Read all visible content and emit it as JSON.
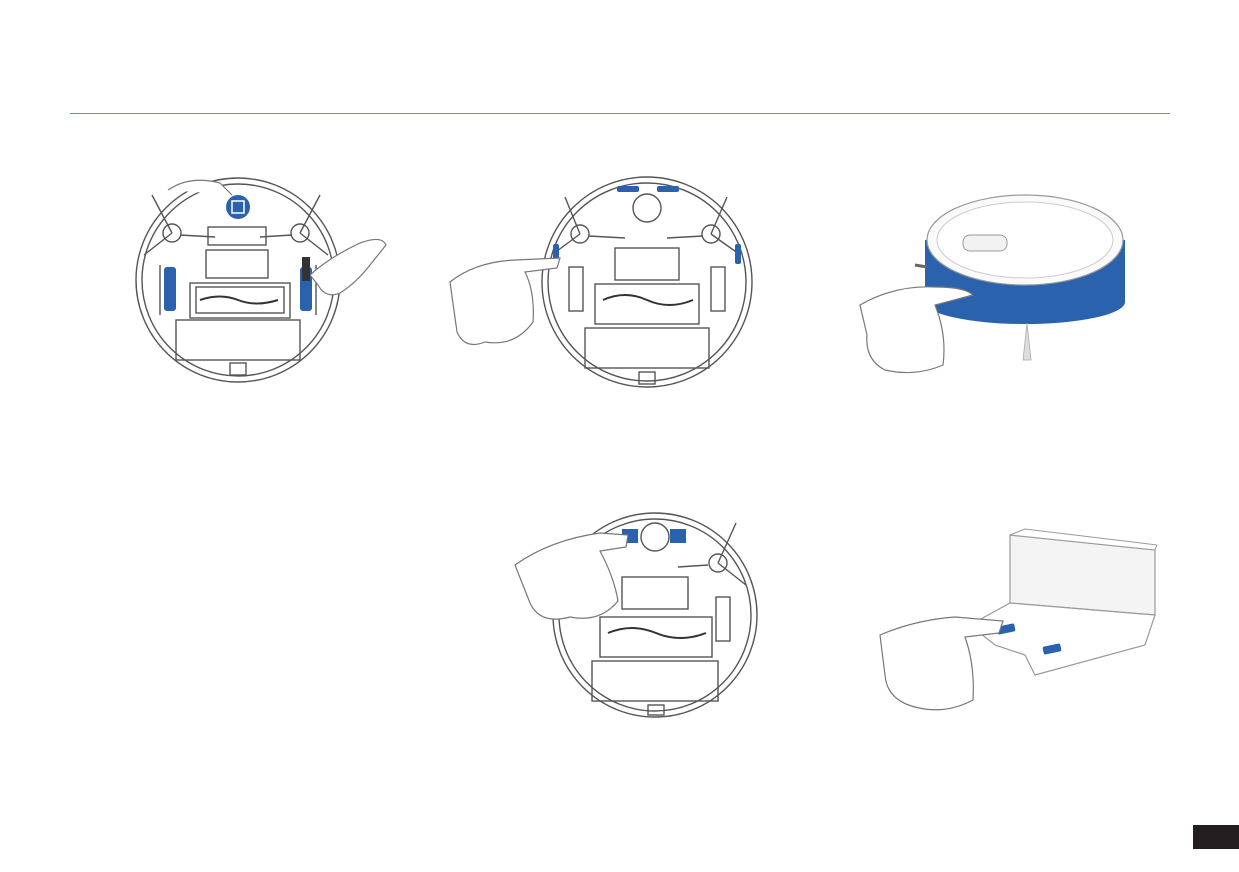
{
  "page": {
    "accent_color": "#2b62ad",
    "rule_color": "#5a93c9",
    "page_tab_color": "#231f20",
    "page_number": ""
  },
  "illustrations": [
    {
      "id": "clean-front-wheel-and-side-wheels",
      "icon": "robot-underside-wheels-icon"
    },
    {
      "id": "wipe-cliff-sensors-side",
      "icon": "robot-underside-sensors-icon"
    },
    {
      "id": "wipe-bumper",
      "icon": "robot-bumper-icon"
    },
    {
      "id": "wipe-cliff-sensors-front",
      "icon": "robot-underside-front-sensors-icon"
    },
    {
      "id": "wipe-dock-charging-contacts",
      "icon": "dock-contacts-icon"
    }
  ]
}
